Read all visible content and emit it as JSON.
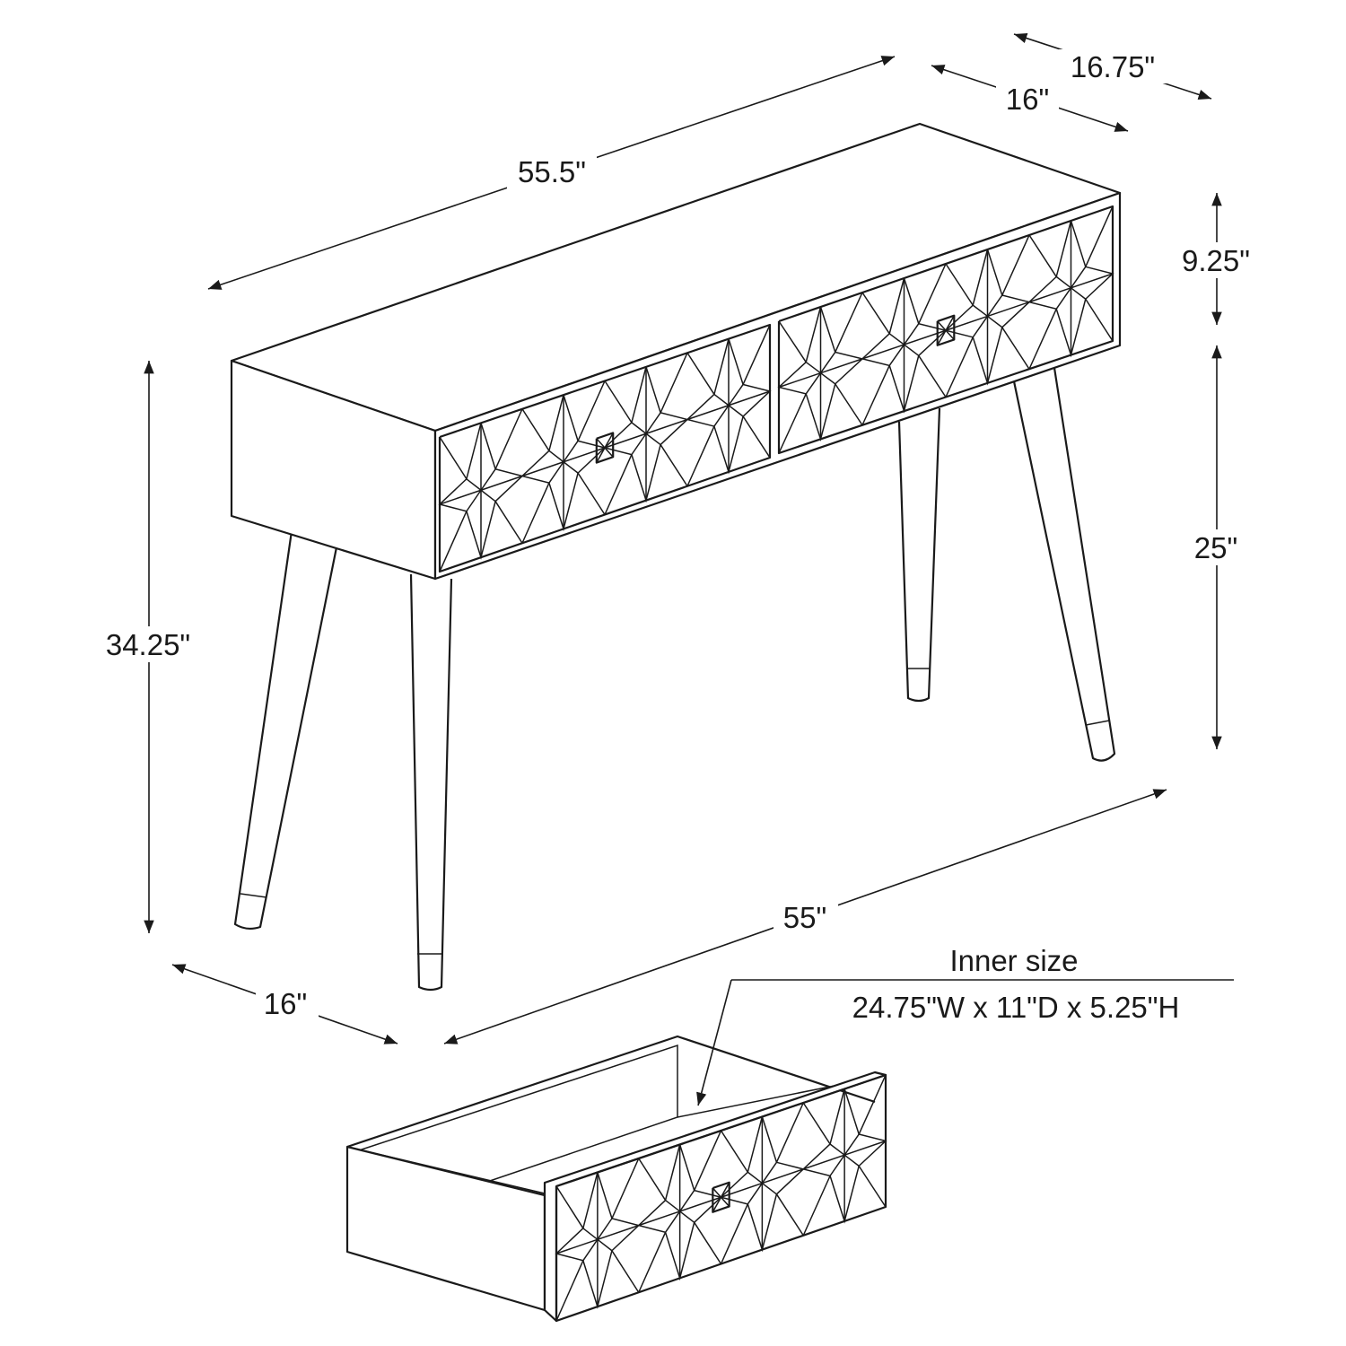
{
  "dimensions": {
    "top_length": "55.5\"",
    "top_depth": "16\"",
    "overall_depth": "16.75\"",
    "apron_height": "9.25\"",
    "leg_clearance": "25\"",
    "total_height": "34.25\"",
    "leg_depth": "16\"",
    "leg_span": "55\""
  },
  "drawer": {
    "title": "Inner size",
    "size": "24.75\"W x 11\"D x 5.25\"H"
  },
  "colors": {
    "line": "#1a1a1a",
    "background": "#ffffff"
  }
}
